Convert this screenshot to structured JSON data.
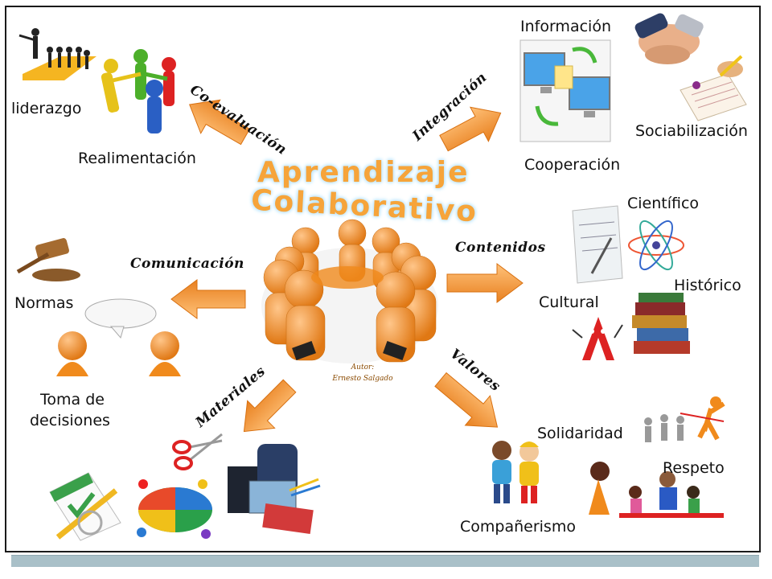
{
  "center": {
    "title_line1": "Aprendizaje",
    "title_line2": "Colaborativo",
    "author_line1": "Autor:",
    "author_line2": "Ernesto Salgado"
  },
  "edges": {
    "coevaluacion": "Co-evaluación",
    "integracion": "Integración",
    "comunicacion": "Comunicación",
    "contenidos": "Contenidos",
    "materiales": "Materiales",
    "valores": "Valores"
  },
  "nodes": {
    "liderazgo": "liderazgo",
    "realimentacion": "Realimentación",
    "informacion": "Información",
    "sociabilizacion": "Sociabilización",
    "cooperacion": "Cooperación",
    "normas": "Normas",
    "toma_decisiones_1": "Toma de",
    "toma_decisiones_2": "decisiones",
    "cientifico": "Científico",
    "historico": "Histórico",
    "cultural": "Cultural",
    "solidaridad": "Solidaridad",
    "respeto": "Respeto",
    "companerismo": "Compañerismo"
  },
  "colors": {
    "arrow": "#f39a3a",
    "figure": "#f08a1c",
    "title": "#f6a43a"
  }
}
